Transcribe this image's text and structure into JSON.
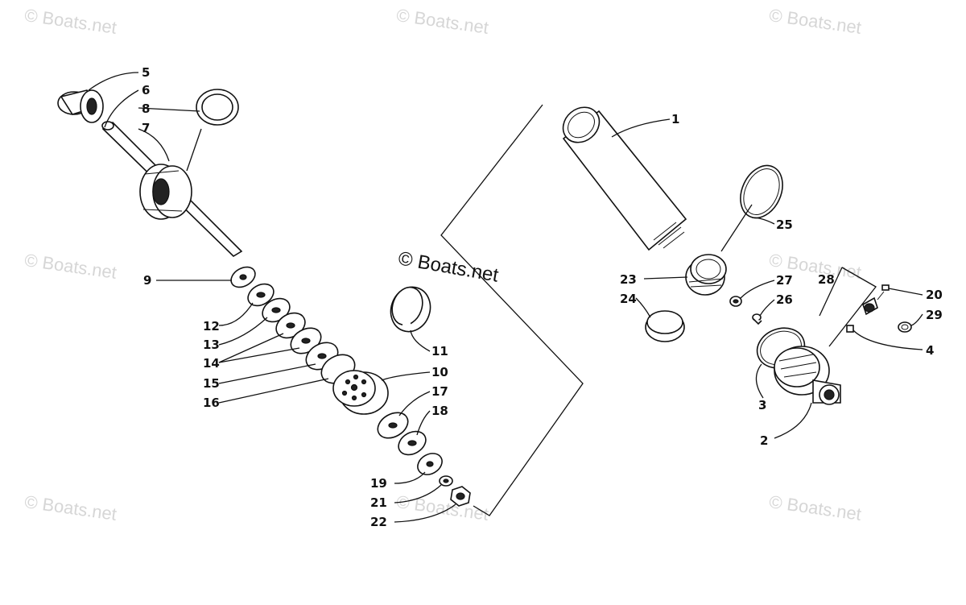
{
  "watermark": "© Boats.net",
  "watermark_center": "© Boats.net",
  "callouts": {
    "c1": "1",
    "c2": "2",
    "c3": "3",
    "c4": "4",
    "c5": "5",
    "c6": "6",
    "c7": "7",
    "c8": "8",
    "c9": "9",
    "c10": "10",
    "c11": "11",
    "c12": "12",
    "c13": "13",
    "c14": "14",
    "c15": "15",
    "c16": "16",
    "c17": "17",
    "c18": "18",
    "c19": "19",
    "c20": "20",
    "c21": "21",
    "c22": "22",
    "c23": "23",
    "c24": "24",
    "c25": "25",
    "c26": "26",
    "c27": "27",
    "c28": "28",
    "c29": "29"
  }
}
